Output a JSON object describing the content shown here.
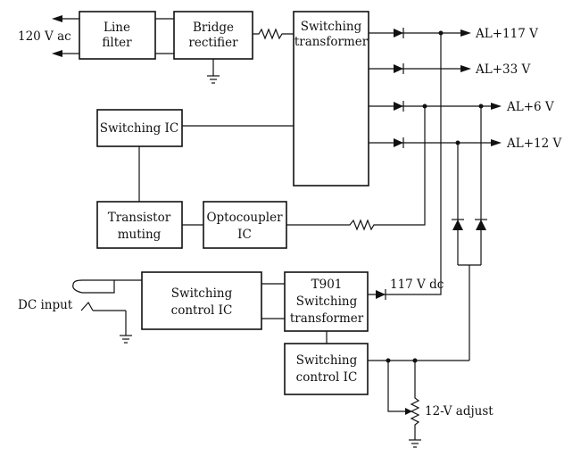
{
  "diagram": {
    "blocks": {
      "line_filter": [
        "Line",
        "filter"
      ],
      "bridge_rectifier": [
        "Bridge",
        "rectifier"
      ],
      "switching_transformer": [
        "Switching",
        "transformer"
      ],
      "switching_ic": [
        "Switching IC"
      ],
      "transistor_muting": [
        "Transistor",
        "muting"
      ],
      "optocoupler_ic": [
        "Optocoupler",
        "IC"
      ],
      "switching_control_ic_left": [
        "Switching",
        "control IC"
      ],
      "t901_transformer": [
        "T901",
        "Switching",
        "transformer"
      ],
      "switching_control_ic_bottom": [
        "Switching",
        "control IC"
      ]
    },
    "labels": {
      "ac_input": "120 V ac",
      "dc_input": "DC input",
      "out_117": "AL+117 V",
      "out_33": "AL+33 V",
      "out_6": "AL+6 V",
      "out_12": "AL+12 V",
      "dc_117": "117 V dc",
      "adjust": "12-V adjust"
    }
  }
}
